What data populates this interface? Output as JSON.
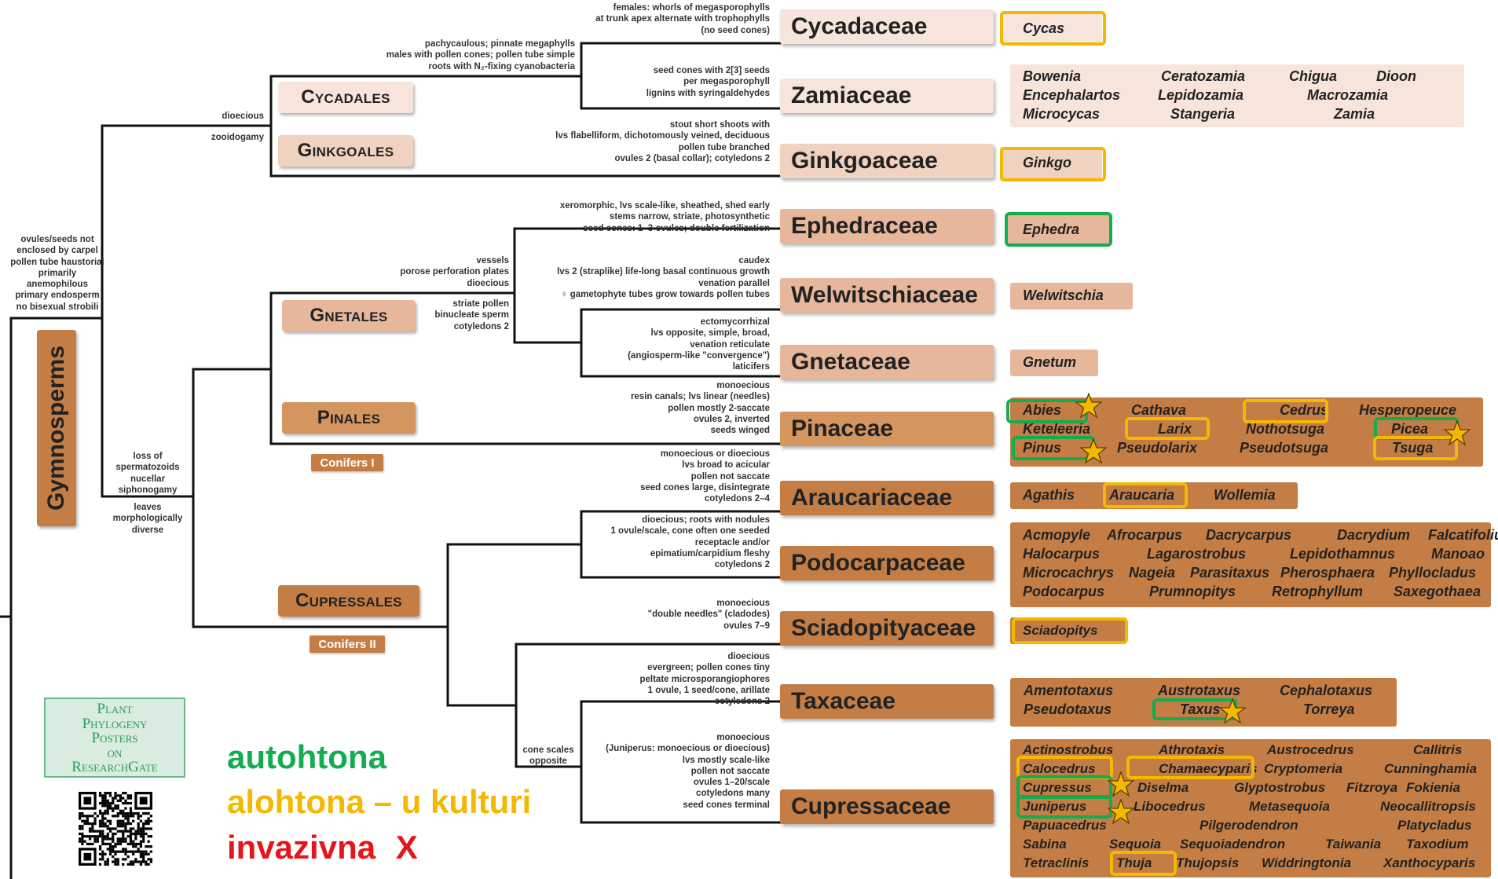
{
  "root_label": "Gymnosperms",
  "colors": {
    "branch": "#111111",
    "cycadales_fill": "#f7e5dc",
    "ginkgoales_fill": "#f0d2c0",
    "gnetales_fill": "#e7b79b",
    "pinales_fill": "#d4955f",
    "cupressales_fill": "#c47e45",
    "native": "#12ad4f",
    "alien": "#f5b800",
    "invasive": "#e8141c",
    "ppr_fill": "#d9ecdf",
    "ppr_text": "#2f9a5a"
  },
  "orders": {
    "cycadales": "Cycadales",
    "ginkgoales": "Ginkgoales",
    "gnetales": "Gnetales",
    "pinales": "Pinales",
    "cupressales": "Cupressales"
  },
  "conifers_tags": {
    "one": "Conifers I",
    "two": "Conifers II"
  },
  "branch_notes": {
    "root": [
      "ovules/seeds not",
      "enclosed by carpel",
      "pollen tube haustorial",
      "primarily",
      "anemophilous",
      "primary endosperm",
      "no bisexual strobili"
    ],
    "dioecious": "dioecious",
    "zooidogamy": "zooidogamy",
    "conifer_gnetales": [
      "loss of",
      "spermatozoids",
      "nucellar",
      "siphonogamy"
    ],
    "leaves": [
      "leaves",
      "morphologically",
      "diverse"
    ],
    "cycadales": [
      "pachycaulous; pinnate megaphylls",
      "males with pollen cones; pollen tube simple",
      "roots with N₂-fixing cyanobacteria"
    ],
    "gnetales_top": [
      "vessels",
      "porose perforation plates",
      "dioecious"
    ],
    "gnetales_bottom": [
      "striate pollen",
      "binucleate sperm",
      "cotyledons 2"
    ],
    "cupressaceae_clade": [
      "cone scales",
      "opposite"
    ]
  },
  "families": [
    {
      "name": "Cycadaceae",
      "notes": [
        "females: whorls of megasporophylls",
        "at trunk apex alternate with trophophylls",
        "(no seed cones)"
      ],
      "genera": [
        "Cycas"
      ]
    },
    {
      "name": "Zamiaceae",
      "notes": [
        "seed cones with 2[3] seeds",
        "per megasporophyll",
        "lignins with syringaldehydes"
      ],
      "genera": [
        "Bowenia",
        "Ceratozamia",
        "Chigua",
        "Dioon",
        "Encephalartos",
        "Lepidozamia",
        "Macrozamia",
        "Microcycas",
        "Stangeria",
        "Zamia"
      ]
    },
    {
      "name": "Ginkgoaceae",
      "notes": [
        "stout short shoots with",
        "lvs flabelliform, dichotomously veined, deciduous",
        "pollen tube branched",
        "ovules 2 (basal collar); cotyledons 2"
      ],
      "genera": [
        "Ginkgo"
      ]
    },
    {
      "name": "Ephedraceae",
      "notes": [
        "xeromorphic, lvs scale-like, sheathed, shed early",
        "stems narrow, striate, photosynthetic",
        "seed cones: 1–3 ovules; double fertilization"
      ],
      "genera": [
        "Ephedra"
      ]
    },
    {
      "name": "Welwitschiaceae",
      "notes": [
        "caudex",
        "lvs 2 (straplike) life-long basal continuous growth",
        "venation parallel",
        "♀ gametophyte tubes grow towards pollen tubes"
      ],
      "genera": [
        "Welwitschia"
      ]
    },
    {
      "name": "Gnetaceae",
      "notes": [
        "ectomycorrhizal",
        "lvs opposite, simple, broad,",
        "venation reticulate",
        "(angiosperm-like \"convergence\")",
        "laticifers"
      ],
      "genera": [
        "Gnetum"
      ]
    },
    {
      "name": "Pinaceae",
      "notes": [
        "monoecious",
        "resin canals; lvs linear (needles)",
        "pollen mostly 2-saccate",
        "ovules 2, inverted",
        "seeds winged"
      ],
      "genera": [
        "Abies",
        "Cathava",
        "Cedrus",
        "Hesperopeuce",
        "Keteleeria",
        "Larix",
        "Nothotsuga",
        "Picea",
        "Pinus",
        "Pseudolarix",
        "Pseudotsuga",
        "Tsuga"
      ]
    },
    {
      "name": "Araucariaceae",
      "notes": [
        "monoecious or dioecious",
        "lvs broad to acicular",
        "pollen not saccate",
        "seed cones large, disintegrate",
        "cotyledons 2–4"
      ],
      "genera": [
        "Agathis",
        "Araucaria",
        "Wollemia"
      ]
    },
    {
      "name": "Podocarpaceae",
      "notes": [
        "dioecious; roots with nodules",
        "1 ovule/scale, cone often one seeded",
        "receptacle and/or",
        "epimatium/carpidium fleshy",
        "cotyledons 2"
      ],
      "genera": [
        "Acmopyle",
        "Afrocarpus",
        "Dacrycarpus",
        "Dacrydium",
        "Falcatifolium",
        "Halocarpus",
        "Lagarostrobus",
        "Lepidothamnus",
        "Manoao",
        "Microcachrys",
        "Nageia",
        "Parasitaxus",
        "Pherosphaera",
        "Phyllocladus",
        "Podocarpus",
        "Prumnopitys",
        "Retrophyllum",
        "Saxegothaea"
      ]
    },
    {
      "name": "Sciadopityaceae",
      "notes": [
        "monoecious",
        "\"double needles\" (cladodes)",
        "ovules 7–9"
      ],
      "genera": [
        "Sciadopitys"
      ]
    },
    {
      "name": "Taxaceae",
      "notes": [
        "dioecious",
        "evergreen; pollen cones tiny",
        "peltate microsporangiophores",
        "1 ovule, 1 seed/cone, arillate",
        "cotyledons 2"
      ],
      "genera": [
        "Amentotaxus",
        "Austrotaxus",
        "Cephalotaxus",
        "Pseudotaxus",
        "Taxus",
        "Torreya"
      ]
    },
    {
      "name": "Cupressaceae",
      "notes": [
        "monoecious",
        "(Juniperus: monoecious or dioecious)",
        "lvs mostly scale-like",
        "pollen not saccate",
        "ovules 1–20/scale",
        "cotyledons many",
        "seed cones terminal"
      ],
      "genera": [
        "Actinostrobus",
        "Athrotaxis",
        "Austrocedrus",
        "Callitris",
        "Calocedrus",
        "Chamaecyparis",
        "Cryptomeria",
        "Cunninghamia",
        "Cupressus",
        "Diselma",
        "Glyptostrobus",
        "Fitzroya",
        "Fokienia",
        "Juniperus",
        "Libocedrus",
        "Metasequoia",
        "Neocallitropsis",
        "Papuacedrus",
        "Pilgerodendron",
        "Platycladus",
        "Sabina",
        "Sequoia",
        "Sequoiadendron",
        "Taiwania",
        "Taxodium",
        "Tetraclinis",
        "Thujopsis",
        "Widdringtonia",
        "Xanthocyparis",
        "Thuja"
      ]
    }
  ],
  "highlight_status": {
    "native": [
      "Ephedra",
      "Abies",
      "Picea",
      "Pinus",
      "Taxus",
      "Cupressus",
      "Juniperus"
    ],
    "alien_cultivated": [
      "Cycas",
      "Ginkgo",
      "Cedrus",
      "Larix",
      "Tsuga",
      "Araucaria",
      "Sciadopitys",
      "Calocedrus",
      "Chamaecyparis",
      "Thuja"
    ],
    "starred": [
      "Abies",
      "Picea",
      "Pinus",
      "Taxus",
      "Cupressus",
      "Juniperus"
    ]
  },
  "legend": {
    "native": "autohtona",
    "alien": "alohtona – u kulturi",
    "invasive": "invazivna",
    "invasive_mark": "X"
  },
  "source_badge": [
    "Plant",
    "Phylogeny",
    "Posters",
    "on",
    "ResearchGate"
  ],
  "icons": {
    "star": "star-icon",
    "qr": "qr-code-icon"
  }
}
